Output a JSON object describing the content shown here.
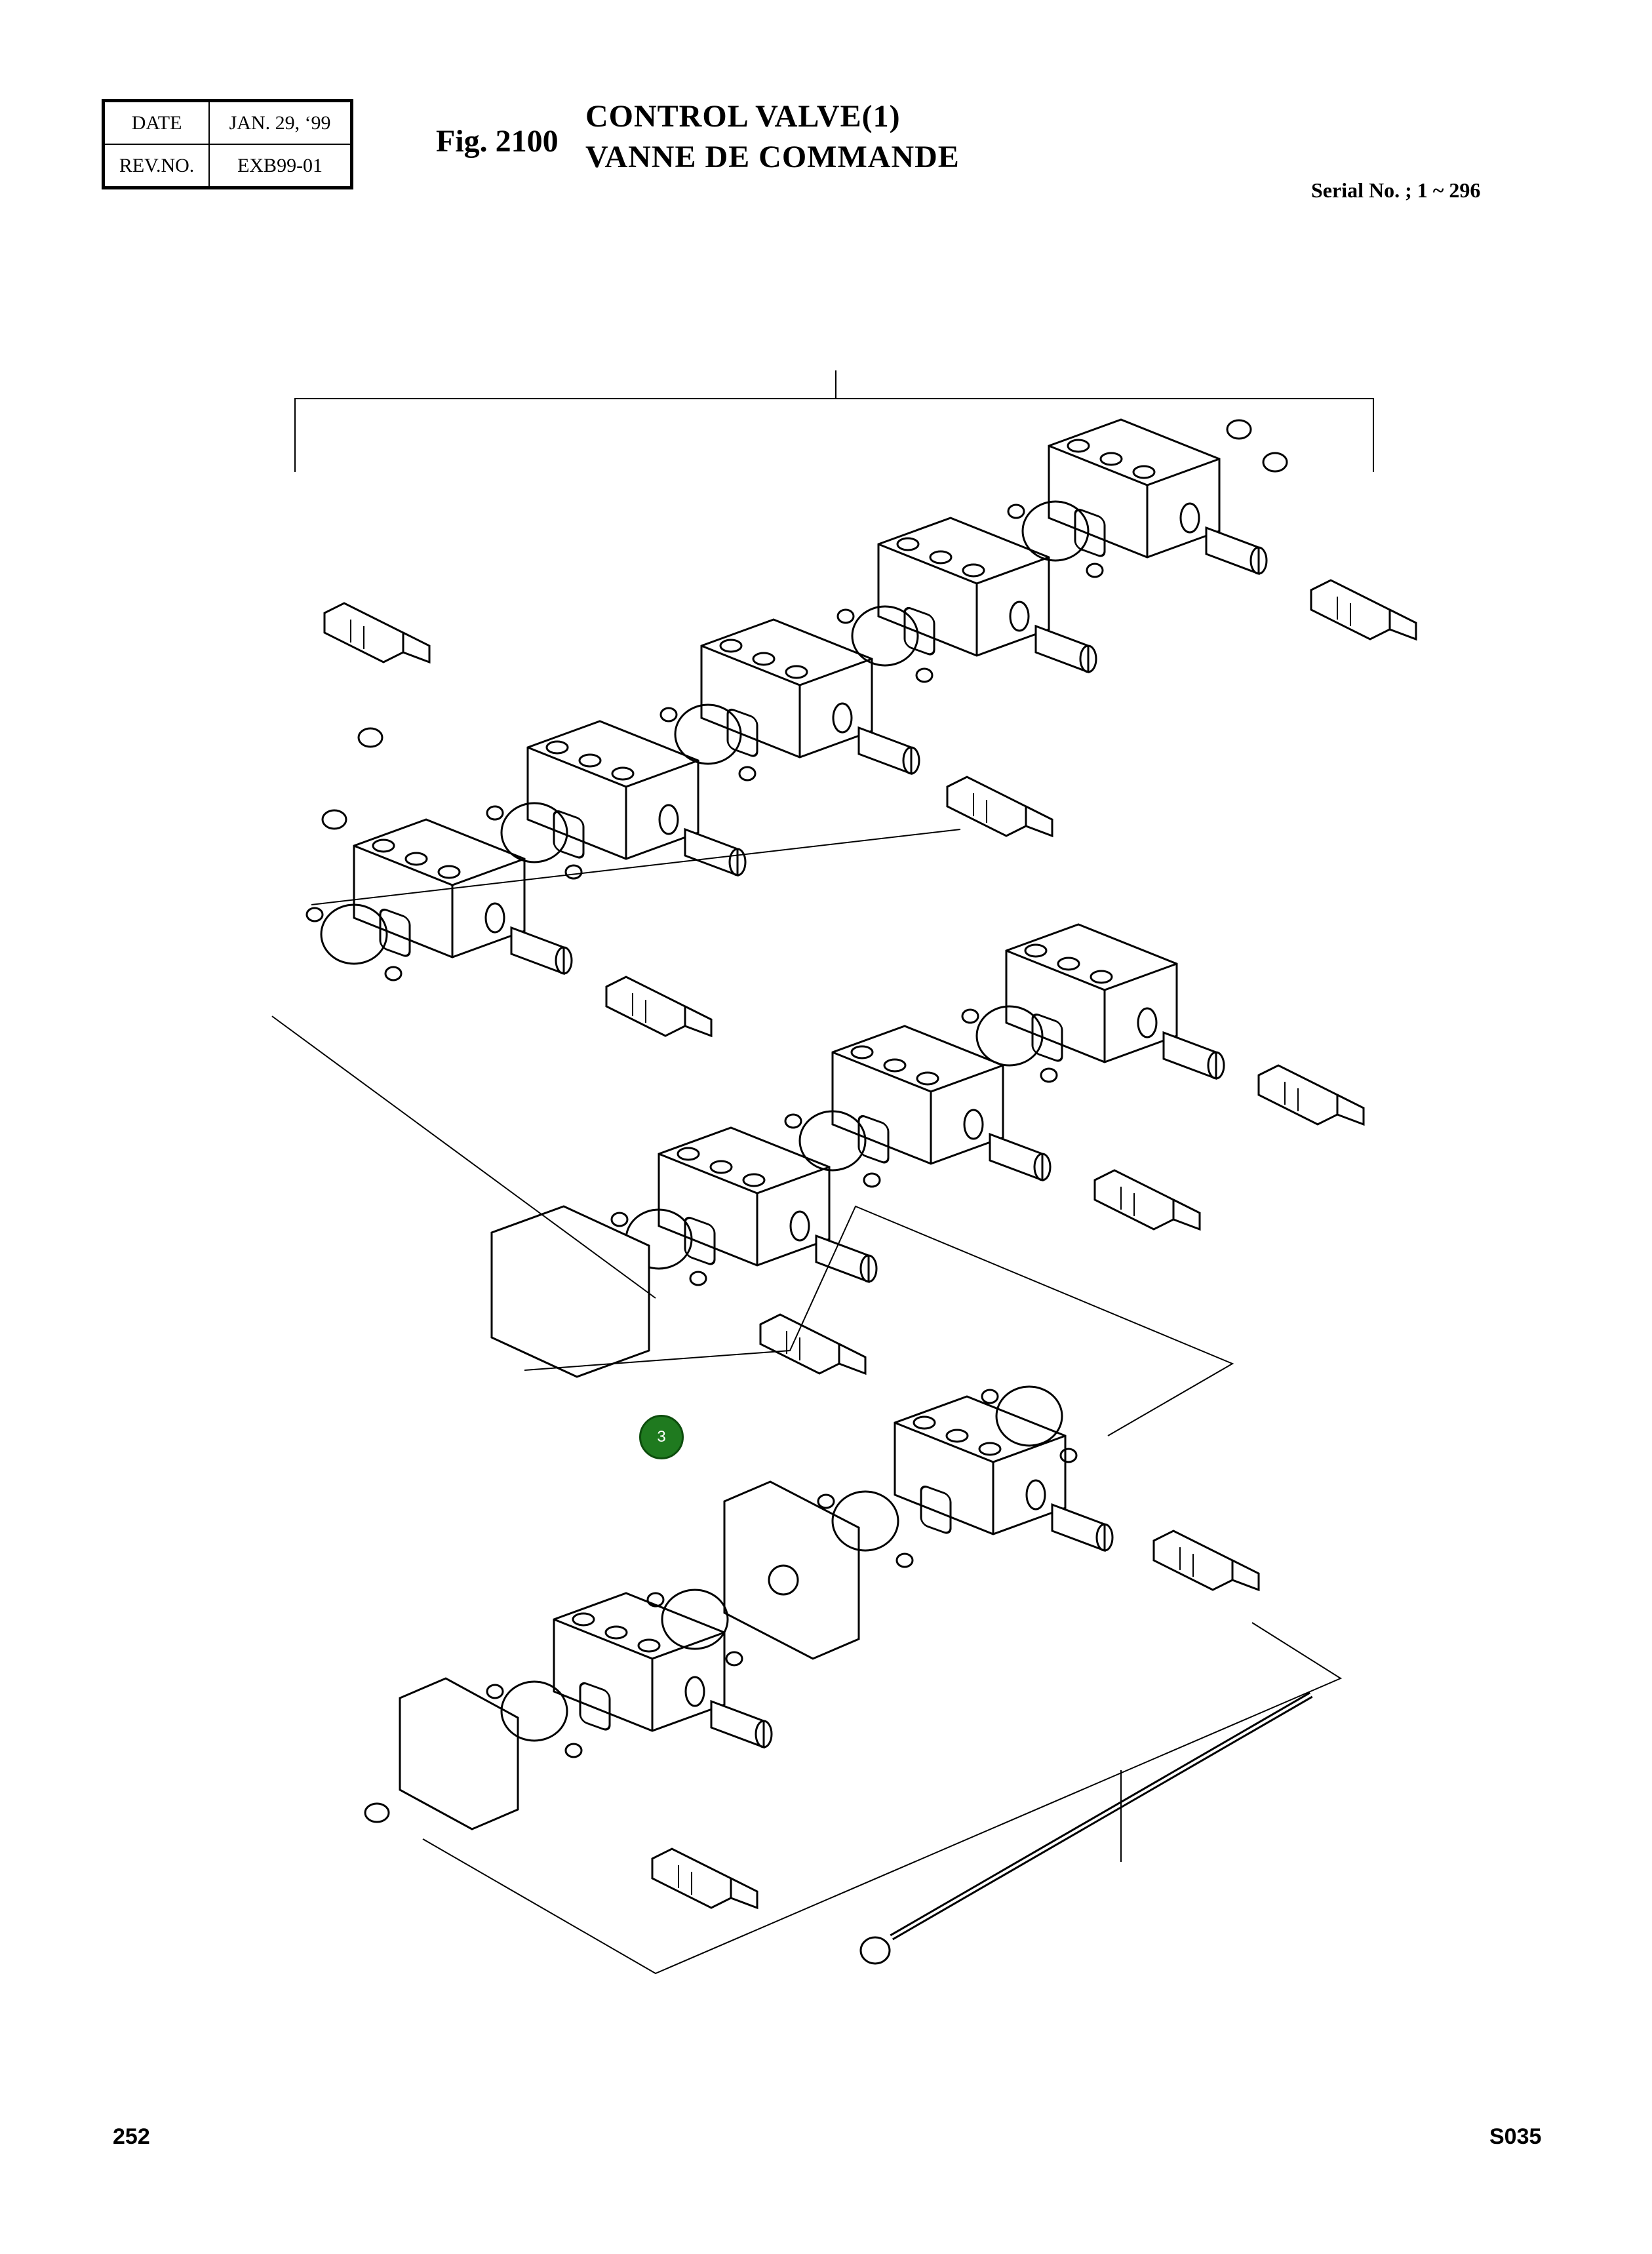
{
  "header": {
    "date_label": "DATE",
    "date_value": "JAN. 29, ‘99",
    "rev_label": "REV.NO.",
    "rev_value": "EXB99-01"
  },
  "figure": {
    "number": "Fig. 2100",
    "title_en": "CONTROL VALVE(1)",
    "title_fr": "VANNE DE COMMANDE",
    "serial": "Serial No. ; 1 ~ 296"
  },
  "callout": {
    "label": "3",
    "color": "#1f7a1f"
  },
  "footer": {
    "page": "252",
    "code": "S035"
  }
}
